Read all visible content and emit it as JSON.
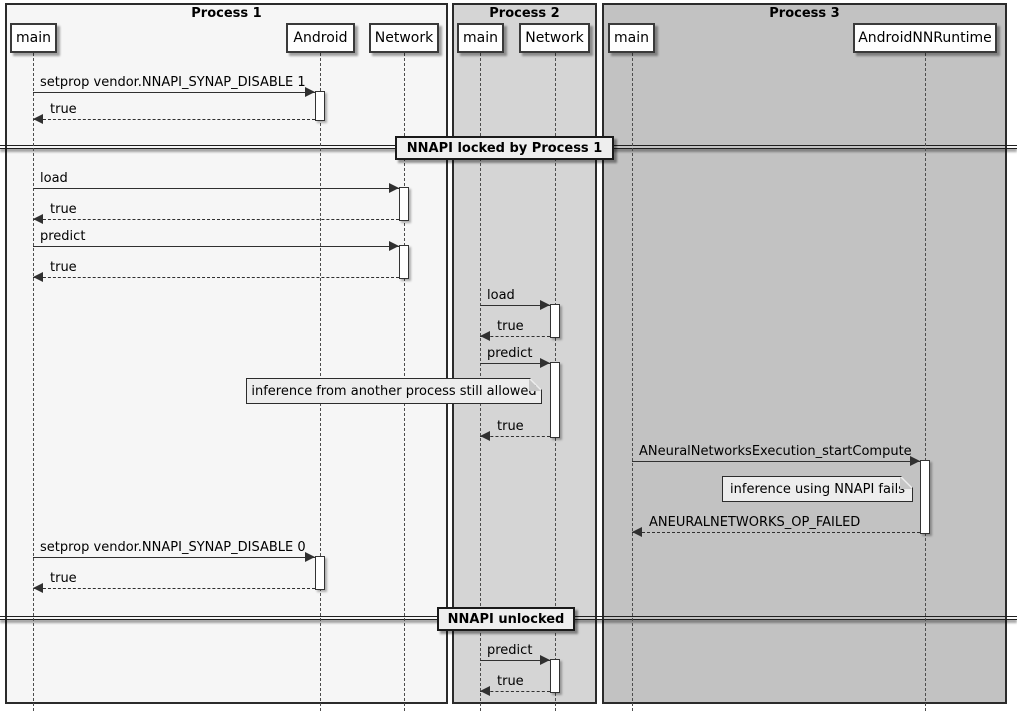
{
  "frames": [
    {
      "title": "Process 1"
    },
    {
      "title": "Process 2"
    },
    {
      "title": "Process 3"
    }
  ],
  "participants": [
    {
      "label": "main"
    },
    {
      "label": "Android"
    },
    {
      "label": "Network"
    },
    {
      "label": "main"
    },
    {
      "label": "Network"
    },
    {
      "label": "main"
    },
    {
      "label": "AndroidNNRuntime"
    }
  ],
  "messages": [
    {
      "label": "setprop vendor.NNAPI_SYNAP_DISABLE 1",
      "type": "call"
    },
    {
      "label": "true",
      "type": "return"
    },
    {
      "label": "load",
      "type": "call"
    },
    {
      "label": "true",
      "type": "return"
    },
    {
      "label": "predict",
      "type": "call"
    },
    {
      "label": "true",
      "type": "return"
    },
    {
      "label": "load",
      "type": "call"
    },
    {
      "label": "true",
      "type": "return"
    },
    {
      "label": "predict",
      "type": "call"
    },
    {
      "label": "true",
      "type": "return"
    },
    {
      "label": "ANeuralNetworksExecution_startCompute",
      "type": "call"
    },
    {
      "label": "ANEURALNETWORKS_OP_FAILED",
      "type": "return"
    },
    {
      "label": "setprop vendor.NNAPI_SYNAP_DISABLE 0",
      "type": "call"
    },
    {
      "label": "true",
      "type": "return"
    },
    {
      "label": "predict",
      "type": "call"
    },
    {
      "label": "true",
      "type": "return"
    }
  ],
  "dividers": [
    {
      "label": "NNAPI locked by Process 1"
    },
    {
      "label": "NNAPI unlocked"
    }
  ],
  "notes": [
    {
      "label": "inference from another process still allowed"
    },
    {
      "label": "inference using NNAPI fails"
    }
  ],
  "colors": {
    "frame1-bg": "#f6f6f6",
    "frame2-bg": "#d5d5d5",
    "frame3-bg": "#c2c2c2",
    "stroke": "#2b2b2b",
    "box-bg": "#fefefe",
    "note-bg": "#ededed",
    "divider-bg": "#eeeeee"
  }
}
